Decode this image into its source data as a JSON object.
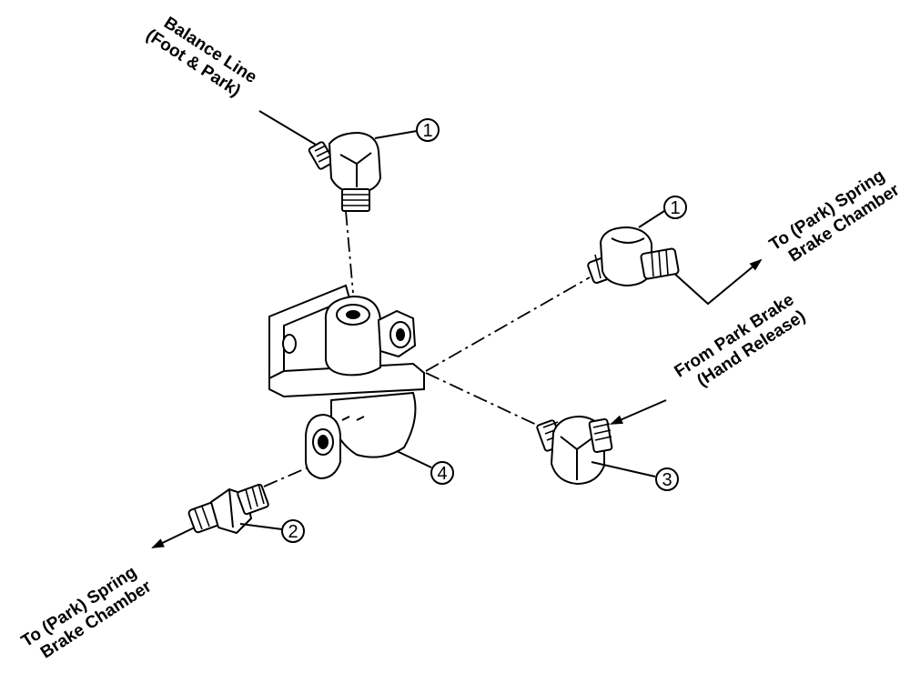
{
  "labels": {
    "balance_line_1": "Balance Line",
    "balance_line_2": "(Foot & Park)",
    "to_spring_right_1": "To (Park) Spring",
    "to_spring_right_2": "Brake Chamber",
    "from_park_1": "From Park Brake",
    "from_park_2": "(Hand Release)",
    "to_spring_left_1": "To (Park) Spring",
    "to_spring_left_2": "Brake Chamber"
  },
  "callouts": {
    "c1_top": "1",
    "c1_right": "1",
    "c2": "2",
    "c3": "3",
    "c4": "4"
  }
}
